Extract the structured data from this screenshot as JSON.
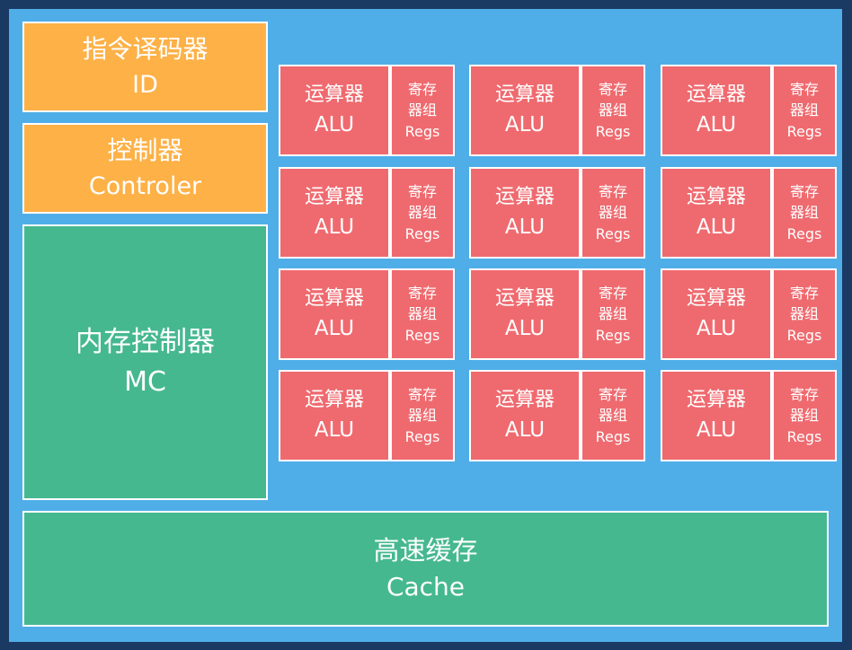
{
  "id_block": {
    "title": "指令译码器",
    "subtitle": "ID"
  },
  "controller_block": {
    "title": "控制器",
    "subtitle": "Controler"
  },
  "mc_block": {
    "title": "内存控制器",
    "subtitle": "MC"
  },
  "cache_block": {
    "title": "高速缓存",
    "subtitle": "Cache"
  },
  "alu_unit": {
    "alu_cn": "运算器",
    "alu_en": "ALU",
    "regs_line1": "寄存",
    "regs_line2": "器组",
    "regs_line3": "Regs"
  },
  "grid": {
    "rows": 4,
    "cols": 3
  },
  "colors": {
    "background": "#4faee8",
    "orange": "#fdb147",
    "green": "#45b890",
    "red": "#ef6a6f",
    "border": "#ffffff"
  }
}
